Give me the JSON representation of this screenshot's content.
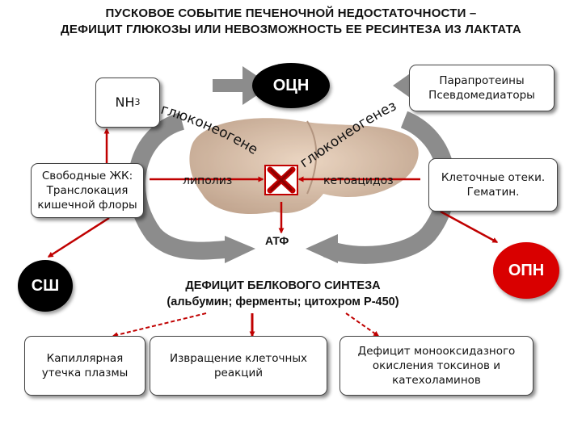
{
  "title": {
    "line1": "ПУСКОВОЕ СОБЫТИЕ ПЕЧЕНОЧНОЙ НЕДОСТАТОЧНОСТИ –",
    "line2": "ДЕФИЦИТ ГЛЮКОЗЫ ИЛИ НЕВОЗМОЖНОСТЬ ЕЕ РЕСИНТЕЗА ИЗ ЛАКТАТА"
  },
  "nodes": {
    "nh3": "NH",
    "nh3_sub": "3",
    "ocn": "ОЦН",
    "paraproteins": "Парапротеины\nПсевдомедиаторы",
    "free_fa": "Свободные ЖК:\nТранслокация\nкишечной флоры",
    "cell_edema": "Клеточные отеки.\nГематин.",
    "sh": "СШ",
    "opn": "ОПН",
    "capillary": "Капиллярная\nутечка плазмы",
    "perversion": "Извращение клеточных\nреакций",
    "monooxygenase": "Дефицит монооксидазного\nокисления токсинов и\nкатехоламинов"
  },
  "labels": {
    "gluconeogenesis_left": "глюконеогенез",
    "gluconeogenesis_right": "глюконеогенез",
    "lipolysis": "липолиз",
    "ketoacidosis": "кетоацидоз",
    "atp": "АТФ",
    "protein_deficit": "ДЕФИЦИТ БЕЛКОВОГО СИНТЕЗА",
    "protein_detail": "(альбумин; ферменты; цитохром Р-450)"
  },
  "colors": {
    "arrow_red": "#c00000",
    "cycle_gray": "#8c8c8c",
    "block_red": "#d90000"
  }
}
